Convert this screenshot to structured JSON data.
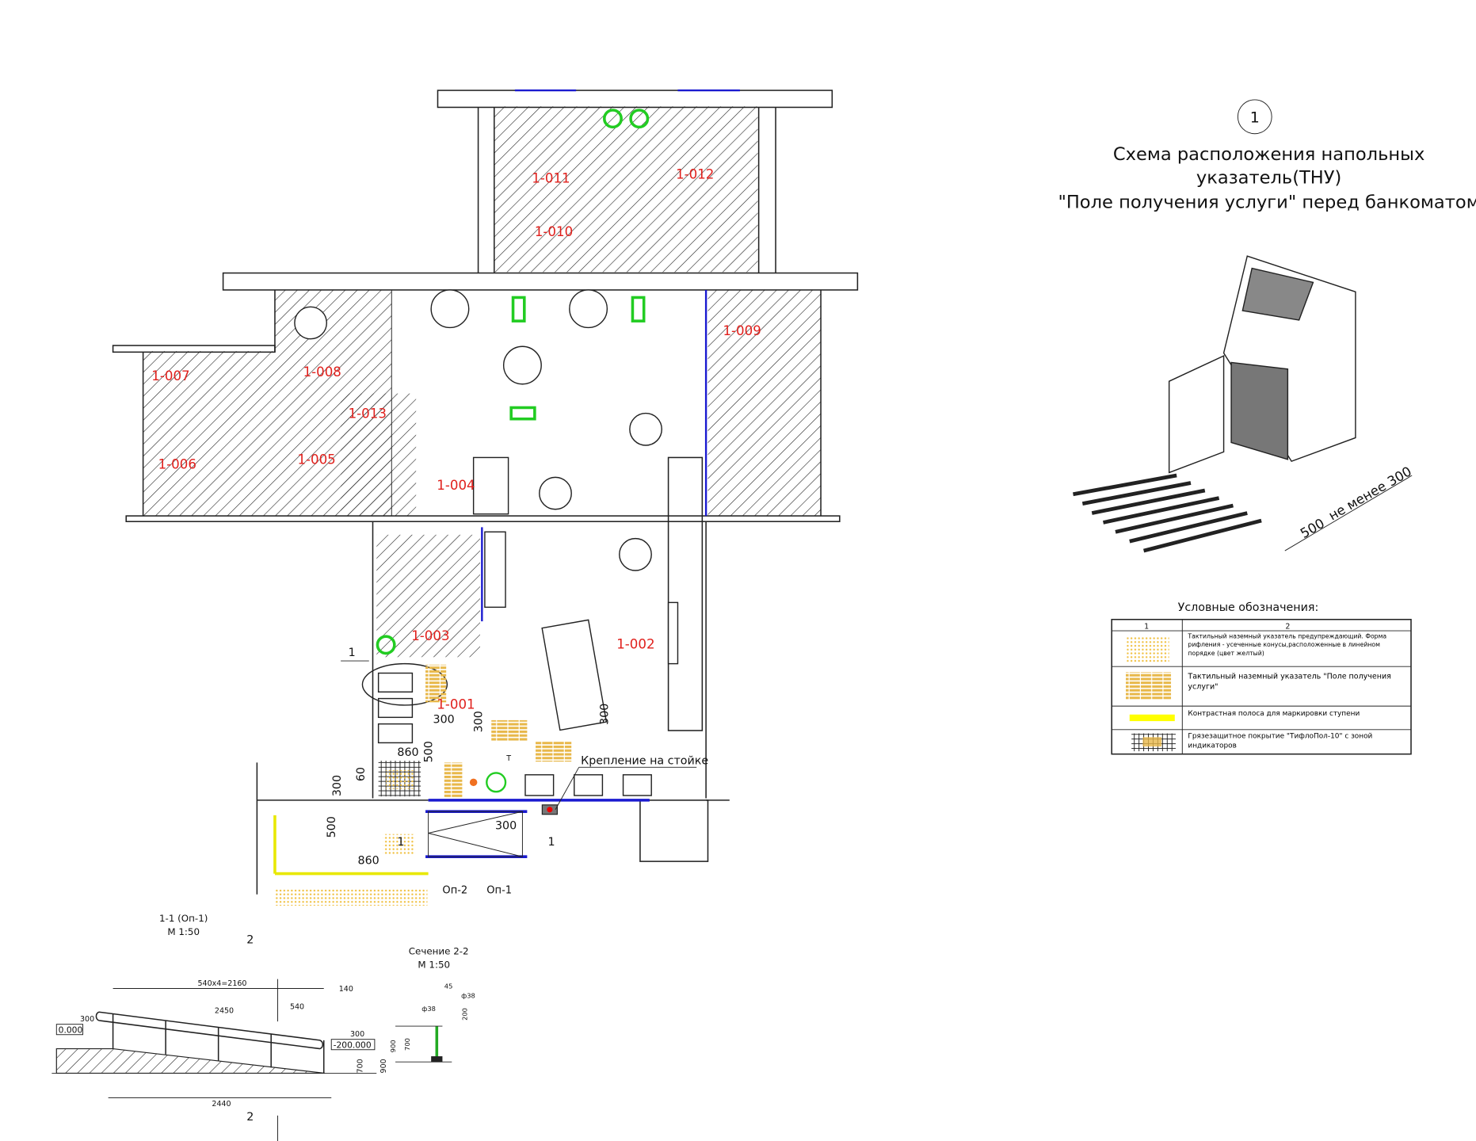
{
  "title": {
    "number": "1",
    "line1": "Схема расположения напольных",
    "line2": "указатель(ТНУ)",
    "line3": "\"Поле получения услуги\"  перед банкоматом"
  },
  "atm_dims": {
    "a": "не менее 300",
    "b": "500"
  },
  "rooms": [
    "1-011",
    "1-012",
    "1-010",
    "1-009",
    "1-008",
    "1-007",
    "1-013",
    "1-006",
    "1-005",
    "1-004",
    "1-003",
    "1-002",
    "1-001"
  ],
  "plan_labels": {
    "callout": "1",
    "mount": "Крепление на стойке",
    "op1": "Оп-1",
    "op2": "Оп-2",
    "section_mark": "1",
    "dims": [
      "300",
      "300",
      "300",
      "860",
      "500",
      "300",
      "60",
      "300",
      "500",
      "860",
      "300"
    ],
    "t_box": "Т"
  },
  "legend": {
    "title": "Условные обозначения:",
    "col1": "1",
    "col2": "2",
    "rows": [
      "Тактильный наземный указатель предупреждающий. Форма рифления - усеченные конусы,расположенные  в линейном порядке (цвет желтый)",
      "Тактильный наземный указатель \"Поле получения услуги\"",
      "Контрастная полоса для маркировки ступени",
      "Грязезащитное покрытие \"ТифлоПол-10\" с зоной индикаторов"
    ]
  },
  "section_1": {
    "title": "1-1 (Оп-1)",
    "scale": "М 1:50",
    "cut": "2",
    "level_top": "0.000",
    "level_bottom": "-200.000",
    "dims": {
      "top": "540x4=2160",
      "slope": "2450",
      "seg": "540",
      "d140": "140",
      "d300a": "300",
      "d300b": "300",
      "h700": "700",
      "h900": "900",
      "bottom": "2440"
    }
  },
  "section_2": {
    "title": "Сечение 2-2",
    "scale": "М 1:50",
    "dims": {
      "d45": "45",
      "d38a": "ф38",
      "d38b": "ф38",
      "d200": "200",
      "h900": "900",
      "h700": "700"
    }
  },
  "colors": {
    "room": "#e0201c",
    "wall": "#222222",
    "blue": "#1a1ad0",
    "tactile": "#e8b84a",
    "green": "#22cc22",
    "yellow": "#ffff00"
  }
}
